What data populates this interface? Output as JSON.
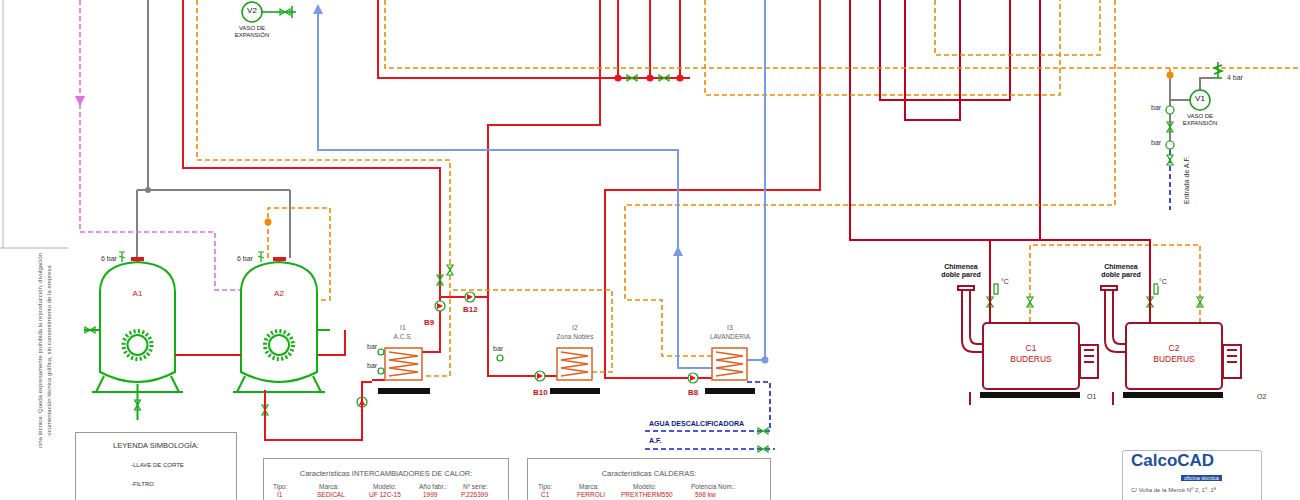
{
  "diagram": {
    "nodes": [
      {
        "text": [
          "V2",
          "VASO DE EXPANSIÓN"
        ]
      },
      {
        "text": [
          "V1",
          "VASO DE EXPANSIÓN"
        ]
      },
      {
        "text": [
          "A1"
        ]
      },
      {
        "text": [
          "A2"
        ]
      },
      {
        "text": [
          "I1",
          "A.C.S."
        ]
      },
      {
        "text": [
          "I2",
          "Zona Nobles"
        ]
      },
      {
        "text": [
          "I3",
          "LAVANDERIA"
        ]
      },
      {
        "text": [
          "C1",
          "BUDERUS"
        ]
      },
      {
        "text": [
          "C2",
          "BUDERUS"
        ]
      },
      {
        "text": [
          "LEYENDA SIMBOLOGÍA:"
        ]
      },
      {
        "text": [
          "Características INTERCAMBIADORES DE CALOR:"
        ]
      },
      {
        "text": [
          "Características CALDERAS:"
        ]
      },
      {
        "text": [
          "CalcoCAD",
          "oficina técnica",
          "C/ Volta de la Mercè Nº 2, 1º, 1ª"
        ]
      }
    ],
    "edges": [
      {
        "from": 2,
        "to": 3,
        "arrow": "none"
      },
      {
        "from": 3,
        "to": 4,
        "arrow": "none"
      },
      {
        "from": 7,
        "to": 8,
        "arrow": "none"
      }
    ],
    "labels": [
      "4 bar",
      "bar",
      "bar",
      "Entrada de A.F.",
      "6 bar",
      "6 bar",
      "B9",
      "B12",
      "bar",
      "bar",
      "B10",
      "bar",
      "B8",
      "AGUA DESCALCIFICADORA",
      "A.F.",
      "Chimenea doble pared",
      "°C",
      "O1",
      "Chimenea doble pared",
      "°C",
      "O2",
      "Tipo:",
      "Marca:",
      "Modelo:",
      "Año fabr.:",
      "Nº serie:",
      "I1",
      "SEDICAL",
      "UF 12C-15",
      "1999",
      "P.226399",
      "Tipo:",
      "Marca:",
      "Modelo:",
      "Potencia Nom.:",
      "C1",
      "FERROLI",
      "PREXTHERM550",
      "598 kw",
      "cina técnica. Queda expresamente prohibida la reproducción, divulgación",
      "ocumentación técnica gráfica, sin consentimiento de la empresa"
    ],
    "legend": [
      {
        "text": "-LLAVE DE CORTE"
      },
      {
        "text": "-FILTRO"
      }
    ]
  }
}
